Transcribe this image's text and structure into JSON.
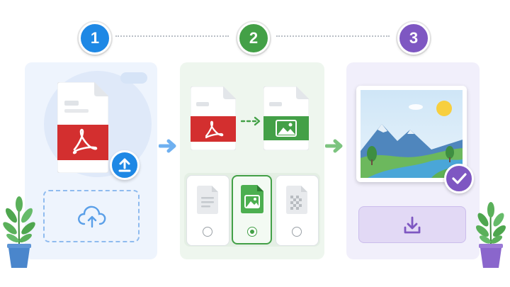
{
  "steps": [
    {
      "number": "1",
      "color": "#1e88e5"
    },
    {
      "number": "2",
      "color": "#43a047"
    },
    {
      "number": "3",
      "color": "#7e57c2"
    }
  ],
  "icons": {
    "upload_source": "pdf-file-icon",
    "upload_badge": "upload-arrow-icon",
    "dropzone": "cloud-upload-icon",
    "convert_from": "pdf-file-icon",
    "convert_to": "image-file-icon",
    "option_document": "document-icon",
    "option_image": "image-icon",
    "option_compressed": "compressed-file-icon",
    "result": "landscape-image-icon",
    "result_badge": "check-circle-icon",
    "download": "download-icon"
  },
  "options": [
    {
      "id": "document",
      "selected": false
    },
    {
      "id": "image",
      "selected": true
    },
    {
      "id": "compressed",
      "selected": false
    }
  ],
  "colors": {
    "blue": "#1e88e5",
    "green": "#43a047",
    "purple": "#7e57c2",
    "pdf_red": "#d32f2f",
    "panel1_bg": "#eef4fd",
    "panel2_bg": "#eef6ee",
    "panel3_bg": "#f1effb"
  }
}
